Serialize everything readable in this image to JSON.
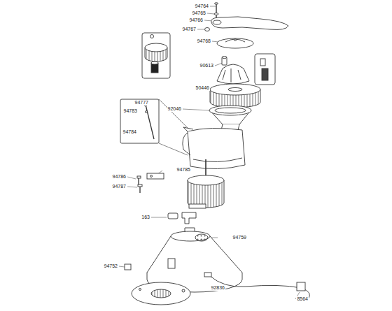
{
  "diagram": {
    "labels": [
      "94764",
      "94765",
      "94766",
      "94767",
      "94768",
      "90613",
      "50446",
      "94777",
      "94783",
      "92046",
      "94784",
      "94785",
      "94786",
      "94787",
      "163",
      "94759",
      "94752",
      "92836",
      "8564"
    ]
  }
}
